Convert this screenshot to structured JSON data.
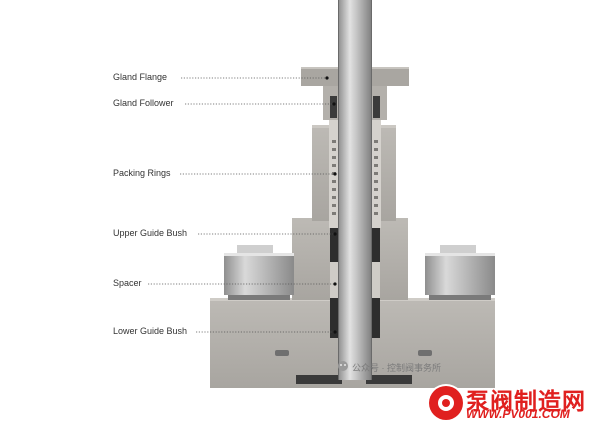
{
  "labels": [
    {
      "id": "gland-flange",
      "text": "Gland Flange"
    },
    {
      "id": "gland-follower",
      "text": "Gland Follower"
    },
    {
      "id": "packing-rings",
      "text": "Packing Rings"
    },
    {
      "id": "upper-guide-bush",
      "text": "Upper Guide Bush"
    },
    {
      "id": "spacer",
      "text": "Spacer"
    },
    {
      "id": "lower-guide-bush",
      "text": "Lower Guide Bush"
    }
  ],
  "watermark": {
    "text": "公众号 · 控制阀事务所",
    "logo_text": "泵阀制造网",
    "logo_url": "WWW.PV001.COM"
  },
  "colors": {
    "body": "#b9b6b1",
    "body_dark": "#a9a6a1",
    "stem": "#c9c9c9",
    "leader": "#555555",
    "logo_red": "#e0201f"
  }
}
